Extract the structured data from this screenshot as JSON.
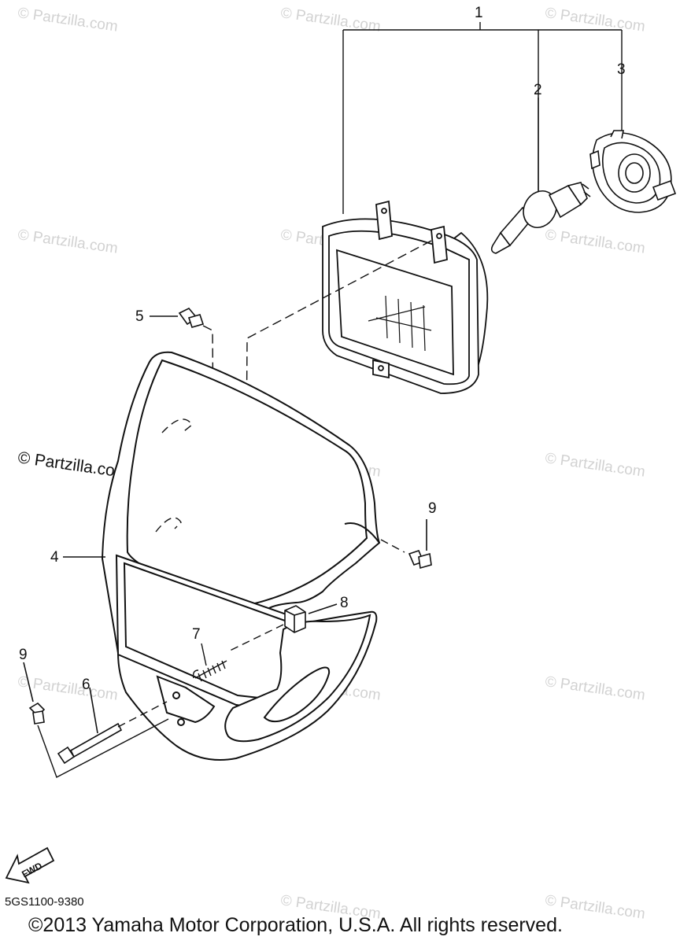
{
  "callouts": {
    "c1": "1",
    "c2": "2",
    "c3": "3",
    "c4": "4",
    "c5": "5",
    "c6": "6",
    "c7": "7",
    "c8": "8",
    "c9a": "9",
    "c9b": "9"
  },
  "watermark": "© Partzilla.com",
  "fwd_label": "FWD",
  "diagram_code": "5GS1100-9380",
  "copyright": "©2013 Yamaha Motor Corporation, U.S.A. All rights reserved."
}
